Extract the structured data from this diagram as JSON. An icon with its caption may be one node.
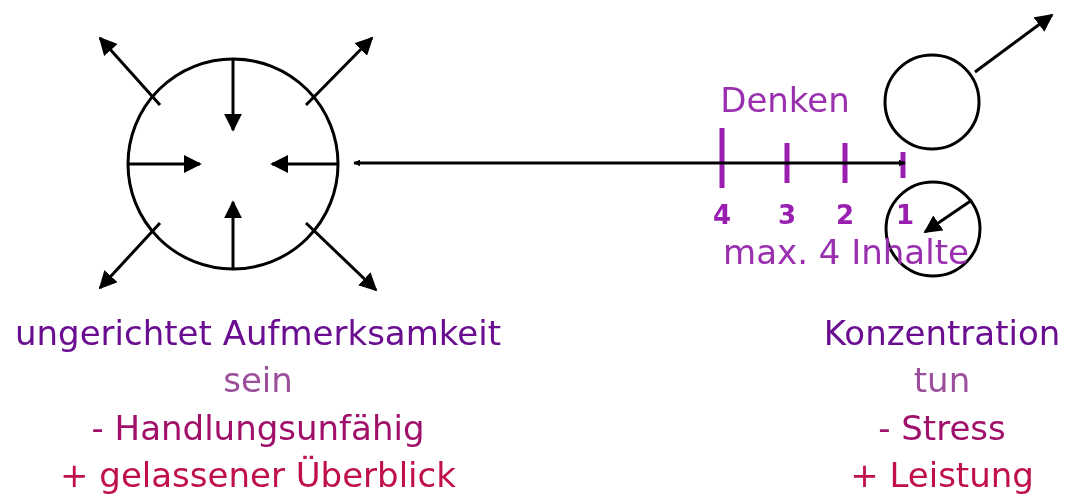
{
  "diagram": {
    "nodes": [
      {
        "text": [],
        "shape": "circle"
      },
      {
        "text": [],
        "shape": "circle"
      },
      {
        "text": [],
        "shape": "circle"
      }
    ],
    "edges": [
      {
        "from": 0,
        "to": 1,
        "arrow": "both"
      }
    ],
    "labels": [
      "Denken",
      "4",
      "3",
      "2",
      "1",
      "max. 4 Inhalte",
      "ungerichtet Aufmerksamkeit",
      "sein",
      "- Handlungsunfähig",
      "+ gelassener Überblick",
      "Konzentration",
      "tun",
      "- Stress",
      "+ Leistung"
    ]
  }
}
